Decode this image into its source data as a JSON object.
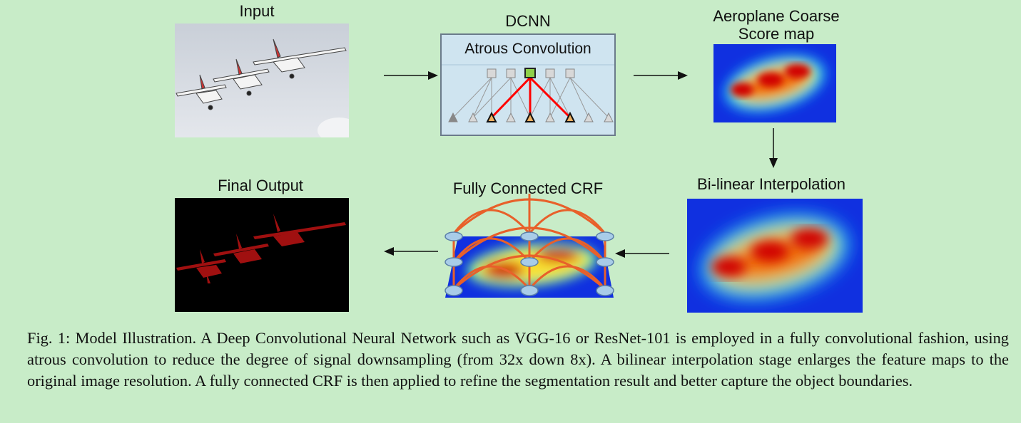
{
  "labels": {
    "input": "Input",
    "dcnn": "DCNN",
    "atrous": "Atrous Convolution",
    "coarse_line1": "Aeroplane Coarse",
    "coarse_line2": "Score map",
    "bilinear": "Bi-linear Interpolation",
    "crf": "Fully Connected CRF",
    "final": "Final Output"
  },
  "caption": "Fig. 1: Model Illustration. A Deep Convolutional Neural Network such as VGG-16 or ResNet-101 is employed in a fully convolutional fashion, using atrous convolution to reduce the degree of signal downsampling (from 32x down 8x). A bilinear interpolation stage enlarges the feature maps to the original image resolution. A fully connected CRF is then applied to refine the segmentation result and better capture the object boundaries.",
  "colors": {
    "background": "#c8ecc8",
    "heat_low": "#1030e0",
    "heat_high": "#d00000",
    "crf_edges": "#e8602a",
    "mask": "#a01010",
    "atrous_highlight": "#ff0000"
  },
  "icons": {
    "input_image": "aeroplanes-photo",
    "coarse_map": "heatmap",
    "final_mask": "segmentation-mask"
  }
}
